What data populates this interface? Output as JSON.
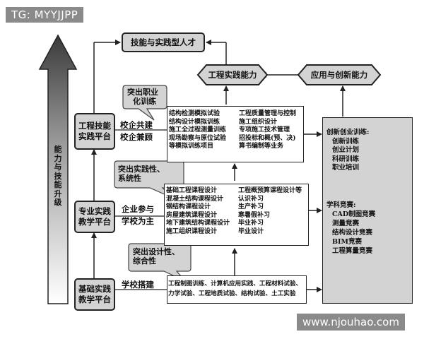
{
  "watermark_top": "TG: MYYJJPP",
  "watermark_bottom": "www.njouhao.com",
  "left_arrow_label": [
    "能",
    "力",
    "与",
    "技",
    "能",
    "升",
    "级"
  ],
  "top_box": "技能与实践型人才",
  "hex_engineering": "工程实践能力",
  "hex_innovation": "应用与创新能力",
  "platforms": {
    "engineering": [
      "工程技能",
      "实践平台"
    ],
    "professional": [
      "专业实践",
      "教学平台"
    ],
    "basic": [
      "基础实践",
      "教学平台"
    ]
  },
  "side_labels": {
    "engineering": [
      "校企共建",
      "校企兼顾"
    ],
    "professional": [
      "企业参与",
      "学校为主"
    ],
    "basic": [
      "学校搭建"
    ]
  },
  "callouts": {
    "c1": [
      "突出职业",
      "化训练"
    ],
    "c2": [
      "突出实践性、",
      "系统性"
    ],
    "c3": [
      "突出设计性、",
      "综合性"
    ]
  },
  "box_top": {
    "left": [
      "结构检测模拟试验",
      "结构设计模拟训练",
      "施工全过程测量训练",
      "现场勘察与原位试验",
      "等模拟训练项目"
    ],
    "right": [
      "工程质量管理与控制",
      "施工组织设计",
      "专项施工技术管理",
      "招投标和概(预、决)",
      "算书编制等业务"
    ]
  },
  "box_mid": {
    "left": [
      "基础工程课程设计",
      "混凝土结构课程设计",
      "钢结构课程设计",
      "房屋建筑课程设计",
      "地下建筑结构课程设计",
      "施工组织课程设计"
    ],
    "right": [
      "工程概预算课程设计等",
      "认识补习",
      "生产补习",
      "寒暑假补习",
      "毕业补习",
      "毕业设计"
    ]
  },
  "box_bottom": [
    "工程制图训练、计算机应用实践、工程材料试验、",
    "力学试验、工程地质试验、结构试验、土工实验"
  ],
  "right_panel": {
    "top_title": "创新创业训练:",
    "top_items": [
      "创新训练",
      "创业计划",
      "科研训练",
      "职业培训"
    ],
    "bottom_title": "学科竞赛:",
    "bottom_items": [
      "CAD制图竞赛",
      "测量竞赛",
      "结构设计竞赛",
      "BIM竞赛",
      "工程算量竞赛"
    ]
  }
}
